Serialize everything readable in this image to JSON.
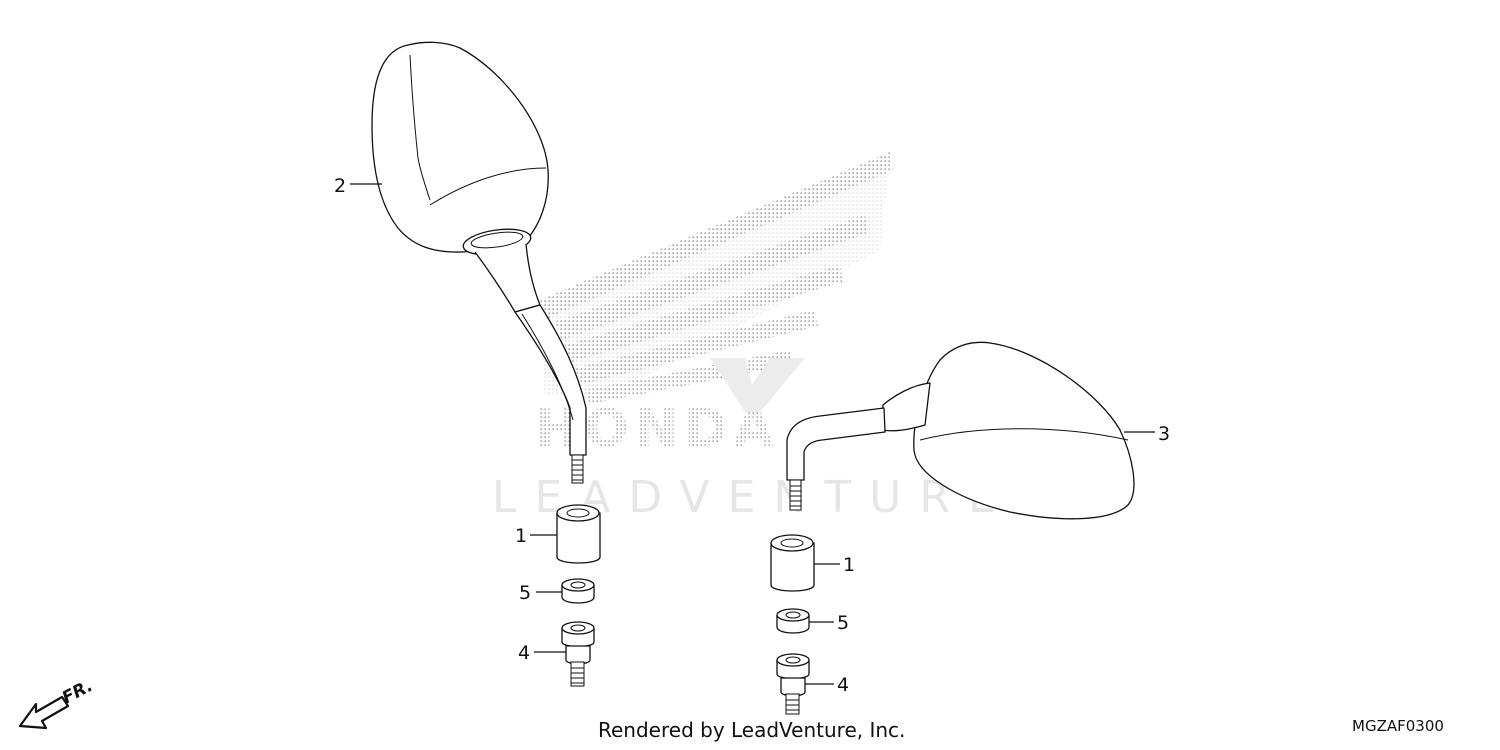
{
  "watermark": {
    "brand_text": "HONDA",
    "provider_text": "LEADVENTURE"
  },
  "callouts": [
    {
      "id": "c2",
      "label": "2"
    },
    {
      "id": "c3",
      "label": "3"
    },
    {
      "id": "c1a",
      "label": "1"
    },
    {
      "id": "c1b",
      "label": "1"
    },
    {
      "id": "c5a",
      "label": "5"
    },
    {
      "id": "c5b",
      "label": "5"
    },
    {
      "id": "c4a",
      "label": "4"
    },
    {
      "id": "c4b",
      "label": "4"
    }
  ],
  "front_indicator": "FR.",
  "footer": {
    "rendered_by": "Rendered by LeadVenture, Inc.",
    "diagram_code": "MGZAF0300"
  }
}
